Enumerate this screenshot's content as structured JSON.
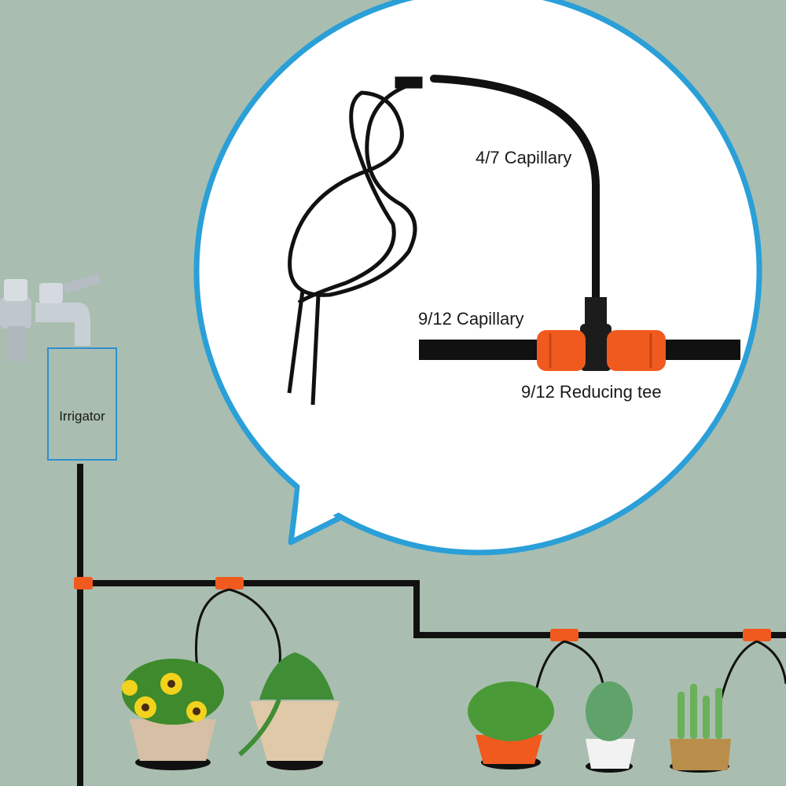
{
  "labels": {
    "capillary_47": "4/7 Capillary",
    "capillary_912": "9/12 Capillary",
    "reducing_tee": "9/12 Reducing tee",
    "irrigator": "Irrigator"
  },
  "colors": {
    "background": "#a9beb0",
    "bubble_fill": "#ffffff",
    "bubble_border": "#2a9fd8",
    "pipe": "#111111",
    "connector": "#f05a1e",
    "irrigator_border": "#2f8fd0"
  },
  "icons": [
    "water-faucet-icon",
    "drip-stake-icon",
    "reducing-tee-icon",
    "flower-pot-icon"
  ]
}
